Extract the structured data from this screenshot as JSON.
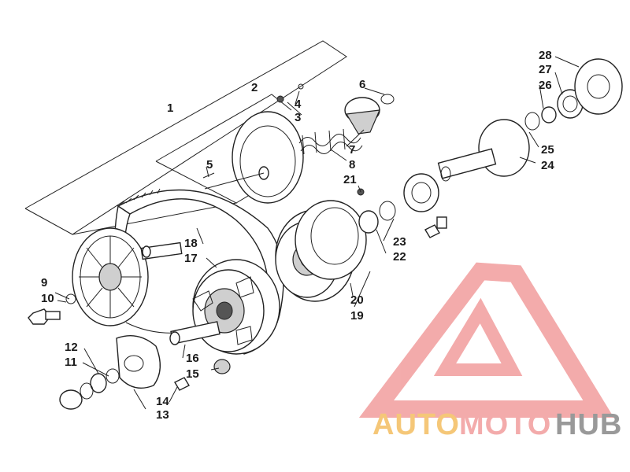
{
  "callouts": [
    {
      "label": "1"
    },
    {
      "label": "2"
    },
    {
      "label": "3"
    },
    {
      "label": "4"
    },
    {
      "label": "5"
    },
    {
      "label": "6"
    },
    {
      "label": "7"
    },
    {
      "label": "8"
    },
    {
      "label": "9"
    },
    {
      "label": "10"
    },
    {
      "label": "11"
    },
    {
      "label": "12"
    },
    {
      "label": "13"
    },
    {
      "label": "14"
    },
    {
      "label": "15"
    },
    {
      "label": "16"
    },
    {
      "label": "17"
    },
    {
      "label": "18"
    },
    {
      "label": "19"
    },
    {
      "label": "20"
    },
    {
      "label": "21"
    },
    {
      "label": "22"
    },
    {
      "label": "23"
    },
    {
      "label": "24"
    },
    {
      "label": "25"
    },
    {
      "label": "26"
    },
    {
      "label": "27"
    },
    {
      "label": "28"
    }
  ],
  "watermark": {
    "part1": "AUTO",
    "part2": "MOTO",
    "part3": "HUB",
    "colors": {
      "triangle": "#f2a3a3",
      "auto": "#f4c26a",
      "moto": "#f2a3a3",
      "hub": "#8f8f8f"
    }
  }
}
